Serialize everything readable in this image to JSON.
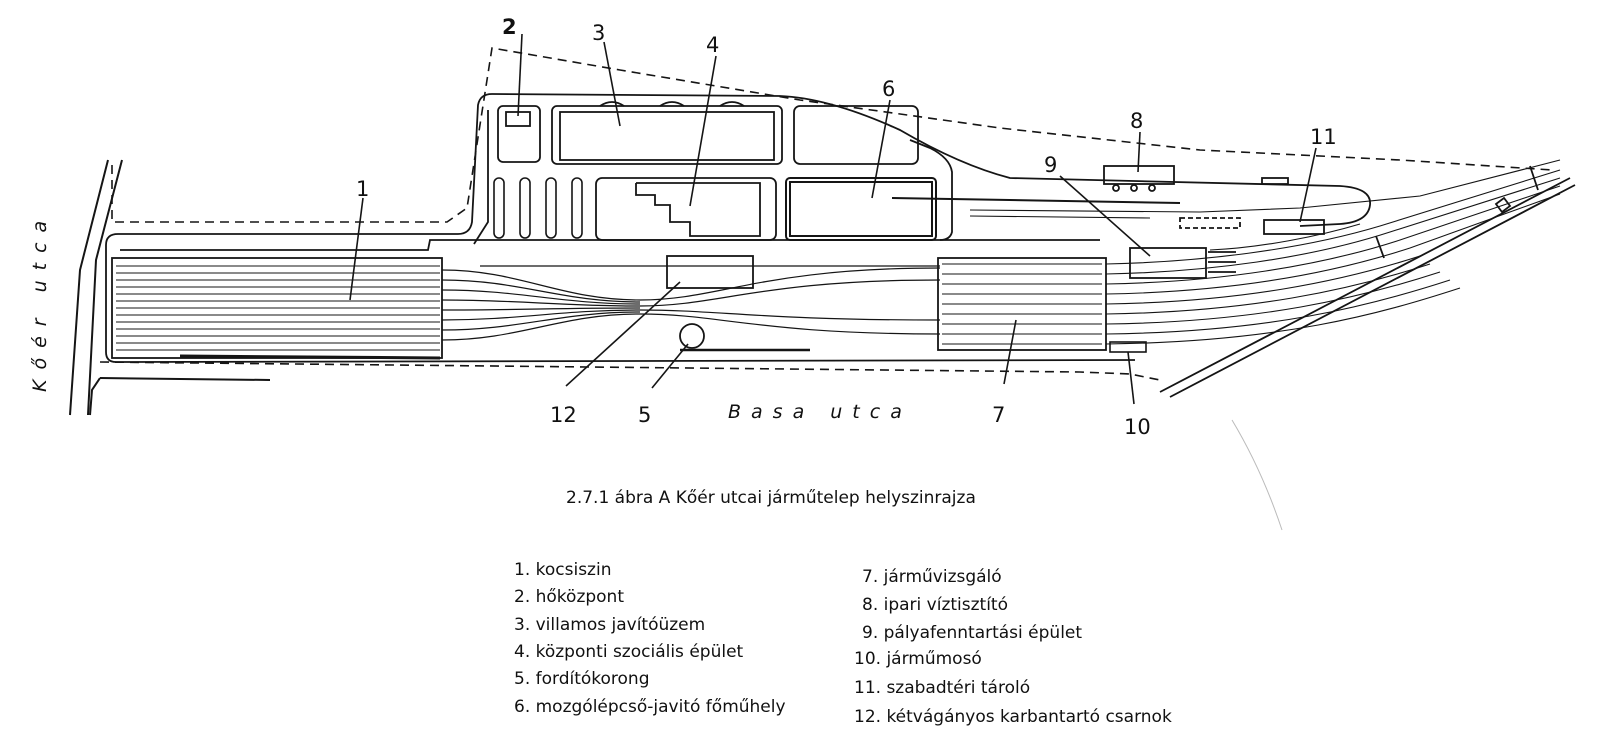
{
  "diagram": {
    "callouts": {
      "n1": "1",
      "n2": "2",
      "n3": "3",
      "n4": "4",
      "n5": "5",
      "n6": "6",
      "n7": "7",
      "n8": "8",
      "n9": "9",
      "n10": "10",
      "n11": "11",
      "n12": "12"
    },
    "streets": {
      "koer": "Kőér utca",
      "basa": "Basa utca"
    },
    "caption": "2.7.1 ábra A Kőér utcai járműtelep helyszinrajza",
    "legend": [
      "1. kocsiszin",
      "2. hőközpont",
      "3. villamos javítóüzem",
      "4. központi szociális épület",
      "5. fordítókorong",
      "6. mozgólépcső-javitó főműhely",
      "7. járművizsgáló",
      "8. ipari víztisztító",
      "9. pályafenntartási épület",
      "10. járműmosó",
      "11. szabadtéri tároló",
      "12. kétvágányos karbantartó csarnok"
    ]
  }
}
